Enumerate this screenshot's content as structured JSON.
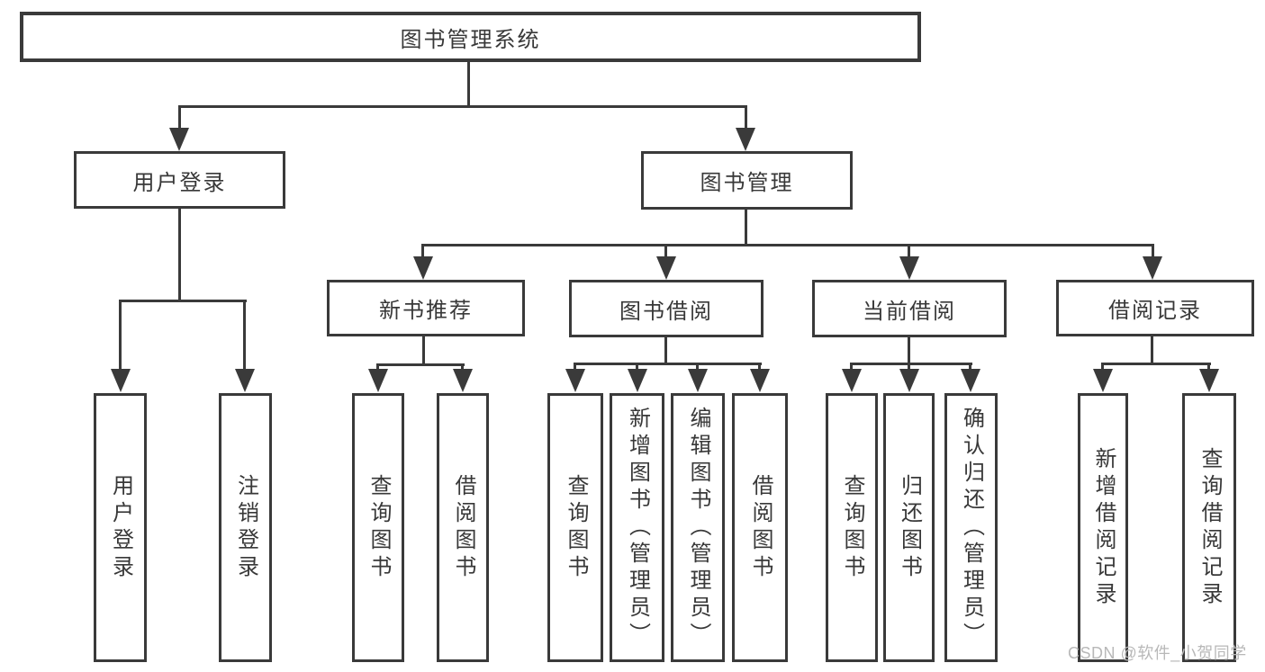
{
  "diagram": {
    "root": "图书管理系统",
    "user_login": {
      "label": "用户登录",
      "children": [
        "用户登录",
        "注销登录"
      ]
    },
    "book_mgmt": {
      "label": "图书管理"
    },
    "new_book": {
      "label": "新书推荐",
      "children": [
        "查询图书",
        "借阅图书"
      ]
    },
    "borrow": {
      "label": "图书借阅",
      "children": [
        "查询图书",
        "新增图书（管理员）",
        "编辑图书（管理员）",
        "借阅图书"
      ]
    },
    "current": {
      "label": "当前借阅",
      "children": [
        "查询图书",
        "归还图书",
        "确认归还（管理员）"
      ]
    },
    "records": {
      "label": "借阅记录",
      "children": [
        "新增借阅记录",
        "查询借阅记录"
      ]
    }
  },
  "watermark": "CSDN @软件_小贺同学",
  "colors": {
    "line": "#3a3a3a",
    "text": "#383838",
    "watermark": "#b8b8b8",
    "background": "#ffffff"
  }
}
